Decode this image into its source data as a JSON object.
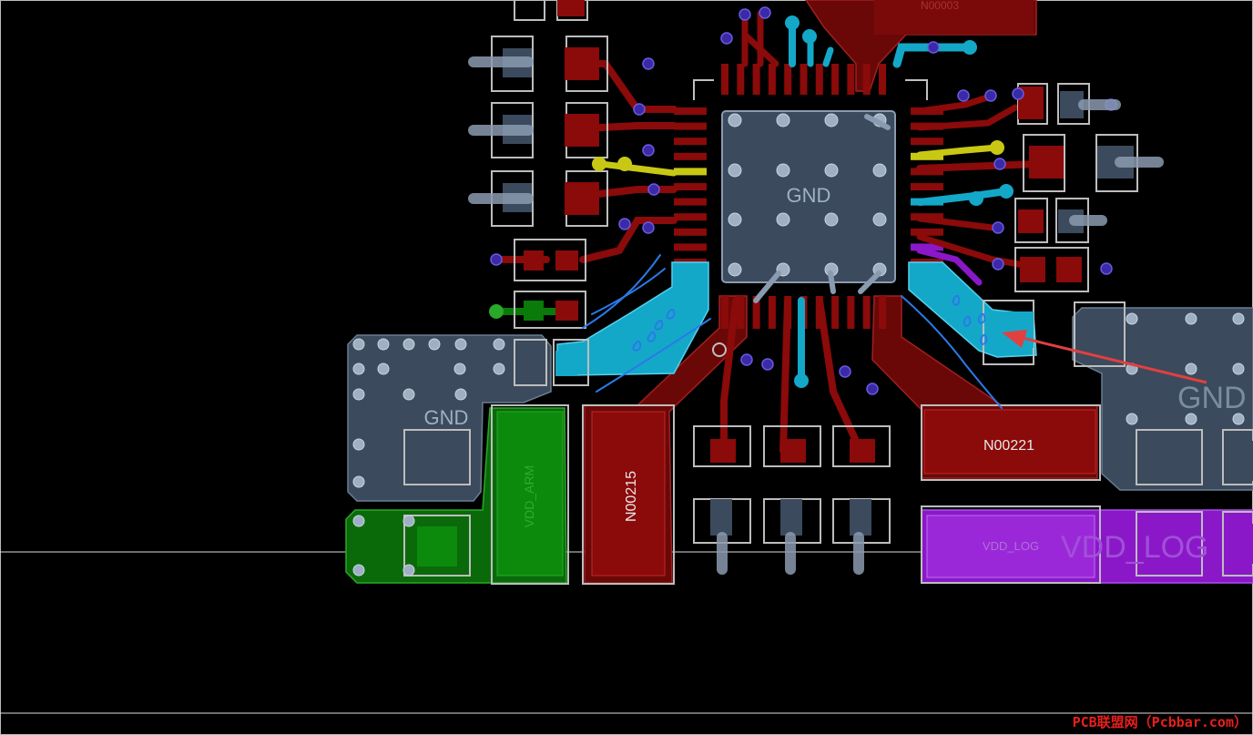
{
  "labels": {
    "center_gnd": "GND",
    "left_gnd": "GND",
    "right_gnd": "GND",
    "vdd_arm": "VDD_ARM",
    "n00215": "N00215",
    "n00221": "N00221",
    "vdd_log_small": "VDD_LOG",
    "vdd_log_big": "VDD_LOG",
    "top_net": "N00003"
  },
  "watermark": "PCB联盟网（Pcbbar.com）",
  "colors": {
    "background": "#000000",
    "copper_top": "#8b0a0a",
    "copper_gnd": "#3b4a5c",
    "net_arm": "#0a7a0a",
    "net_log": "#8a18c8",
    "net_cyan": "#14a8c8",
    "net_yellow": "#c8c814",
    "via": "#3a2aa8",
    "annotation": "#e04040",
    "sketch": "#2a7ae8"
  }
}
